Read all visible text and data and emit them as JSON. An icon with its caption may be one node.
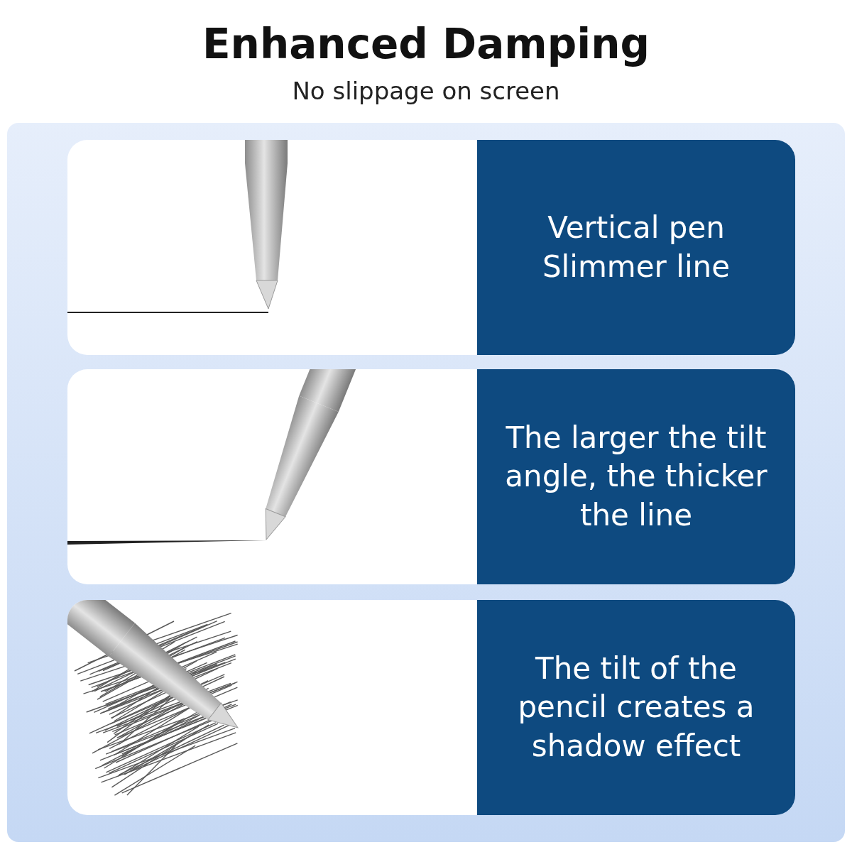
{
  "diagram": {
    "title": "Enhanced Damping",
    "nodes": [
      {
        "text": [],
        "shape": "picture"
      },
      {
        "text": [
          "Vertical pen Slimmer line"
        ]
      },
      {
        "text": [],
        "shape": "picture"
      },
      {
        "text": [
          "The larger the tilt angle, the thicker the line"
        ]
      },
      {
        "text": [],
        "shape": "picture"
      },
      {
        "text": [
          "The tilt of the pencil creates a shadow effect"
        ]
      }
    ],
    "labels": [
      "No slippage on screen"
    ]
  }
}
